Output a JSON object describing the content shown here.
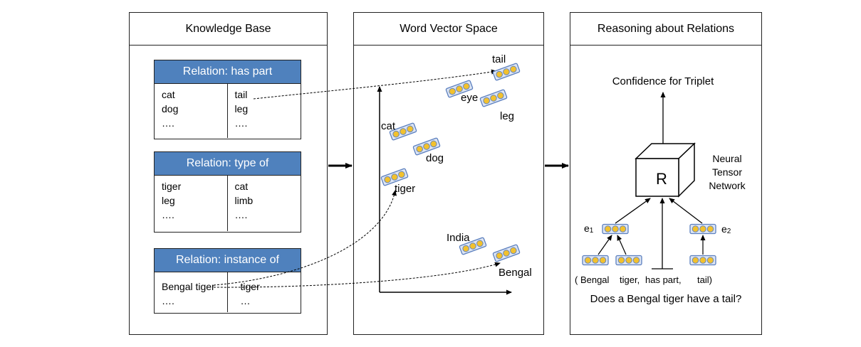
{
  "panels": {
    "knowledge_base": "Knowledge Base",
    "word_vector_space": "Word Vector Space",
    "reasoning": "Reasoning about Relations"
  },
  "relations": [
    {
      "title": "Relation: has part",
      "left": [
        "cat",
        "dog",
        "…."
      ],
      "right": [
        "tail",
        "leg",
        "…."
      ]
    },
    {
      "title": "Relation: type of",
      "left": [
        "tiger",
        "leg",
        "…."
      ],
      "right": [
        "cat",
        "limb",
        "…."
      ]
    },
    {
      "title": "Relation: instance of",
      "left": [
        "Bengal tiger",
        "…."
      ],
      "right": [
        "tiger",
        "…"
      ]
    }
  ],
  "vectors": {
    "tail": "tail",
    "eye": "eye",
    "leg": "leg",
    "cat": "cat",
    "dog": "dog",
    "tiger": "tiger",
    "india": "India",
    "bengal": "Bengal"
  },
  "reasoning": {
    "confidence": "Confidence for Triplet",
    "r_label": "R",
    "network_line1": "Neural",
    "network_line2": "Tensor",
    "network_line3": "Network",
    "e1": "e",
    "e1_sub": "1",
    "e2": "e",
    "e2_sub": "2",
    "triplet": [
      "( Bengal",
      "tiger,",
      "has part,",
      "tail)"
    ],
    "question": "Does a Bengal tiger have a tail?"
  },
  "colors": {
    "header_blue": "#4f81bd",
    "node_fill": "#f2c12e",
    "node_border": "#5b7fbf",
    "capsule": "#dde5f2"
  }
}
